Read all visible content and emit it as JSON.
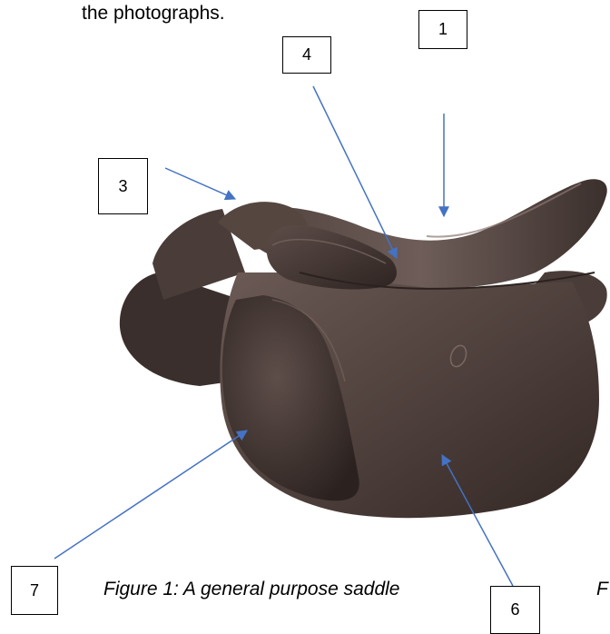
{
  "intro_text": "the photographs.",
  "labels": {
    "one": "1",
    "three": "3",
    "four": "4",
    "six": "6",
    "seven": "7"
  },
  "caption": "Figure 1: A general purpose saddle",
  "caption2": "F",
  "colors": {
    "arrow": "#4472c4",
    "saddle_dark": "#3a2e2b",
    "saddle_mid": "#5a4a46",
    "saddle_light": "#7a6863"
  }
}
